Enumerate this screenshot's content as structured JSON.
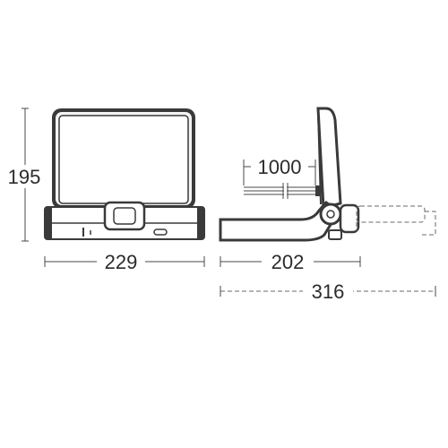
{
  "dimensions": {
    "height": "195",
    "width_front": "229",
    "depth_side": "202",
    "depth_total": "316",
    "cable_length": "1000"
  },
  "colors": {
    "housing": "#3a3a3a",
    "lines": "#4a4a4a",
    "text": "#2b2b2b"
  }
}
